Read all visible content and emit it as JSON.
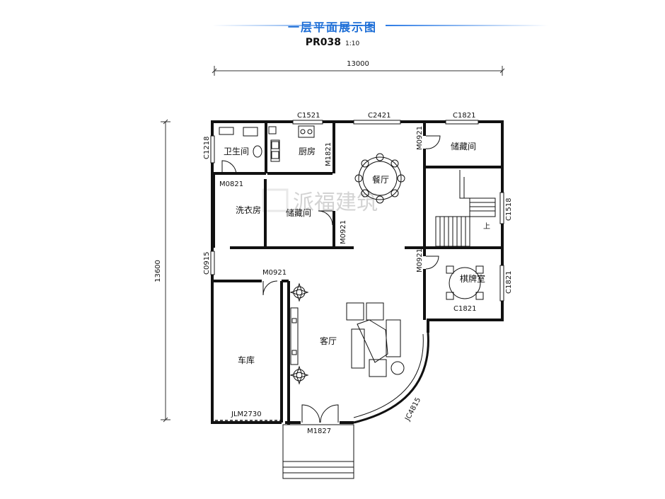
{
  "title": "一层平面展示图",
  "plan_code": "PR038",
  "scale": "1:10",
  "dims": {
    "width": "13000",
    "height": "13600"
  },
  "rooms": {
    "bathroom": "卫生间",
    "kitchen": "厨房",
    "dining": "餐厅",
    "storage_ne": "储藏间",
    "laundry": "洗衣房",
    "storage_mid": "储藏间",
    "mahjong": "棋牌室",
    "living": "客厅",
    "garage": "车库",
    "stairs_up": "上"
  },
  "openings": {
    "c1521": "C1521",
    "c2421": "C2421",
    "c1821_top": "C1821",
    "c1218": "C1218",
    "m0821": "M0821",
    "m1821": "M1821",
    "m0921_a": "M0921",
    "m0921_b": "M0921",
    "m0921_c": "M0921",
    "m0921_d": "M0921",
    "c1518": "C1518",
    "c0915": "C0915",
    "c1821_right": "C1821",
    "c1821_bottom": "C1821",
    "jlm2730": "JLM2730",
    "m1827": "M1827",
    "jc4815": "JC4815"
  },
  "watermark": "派福建筑"
}
